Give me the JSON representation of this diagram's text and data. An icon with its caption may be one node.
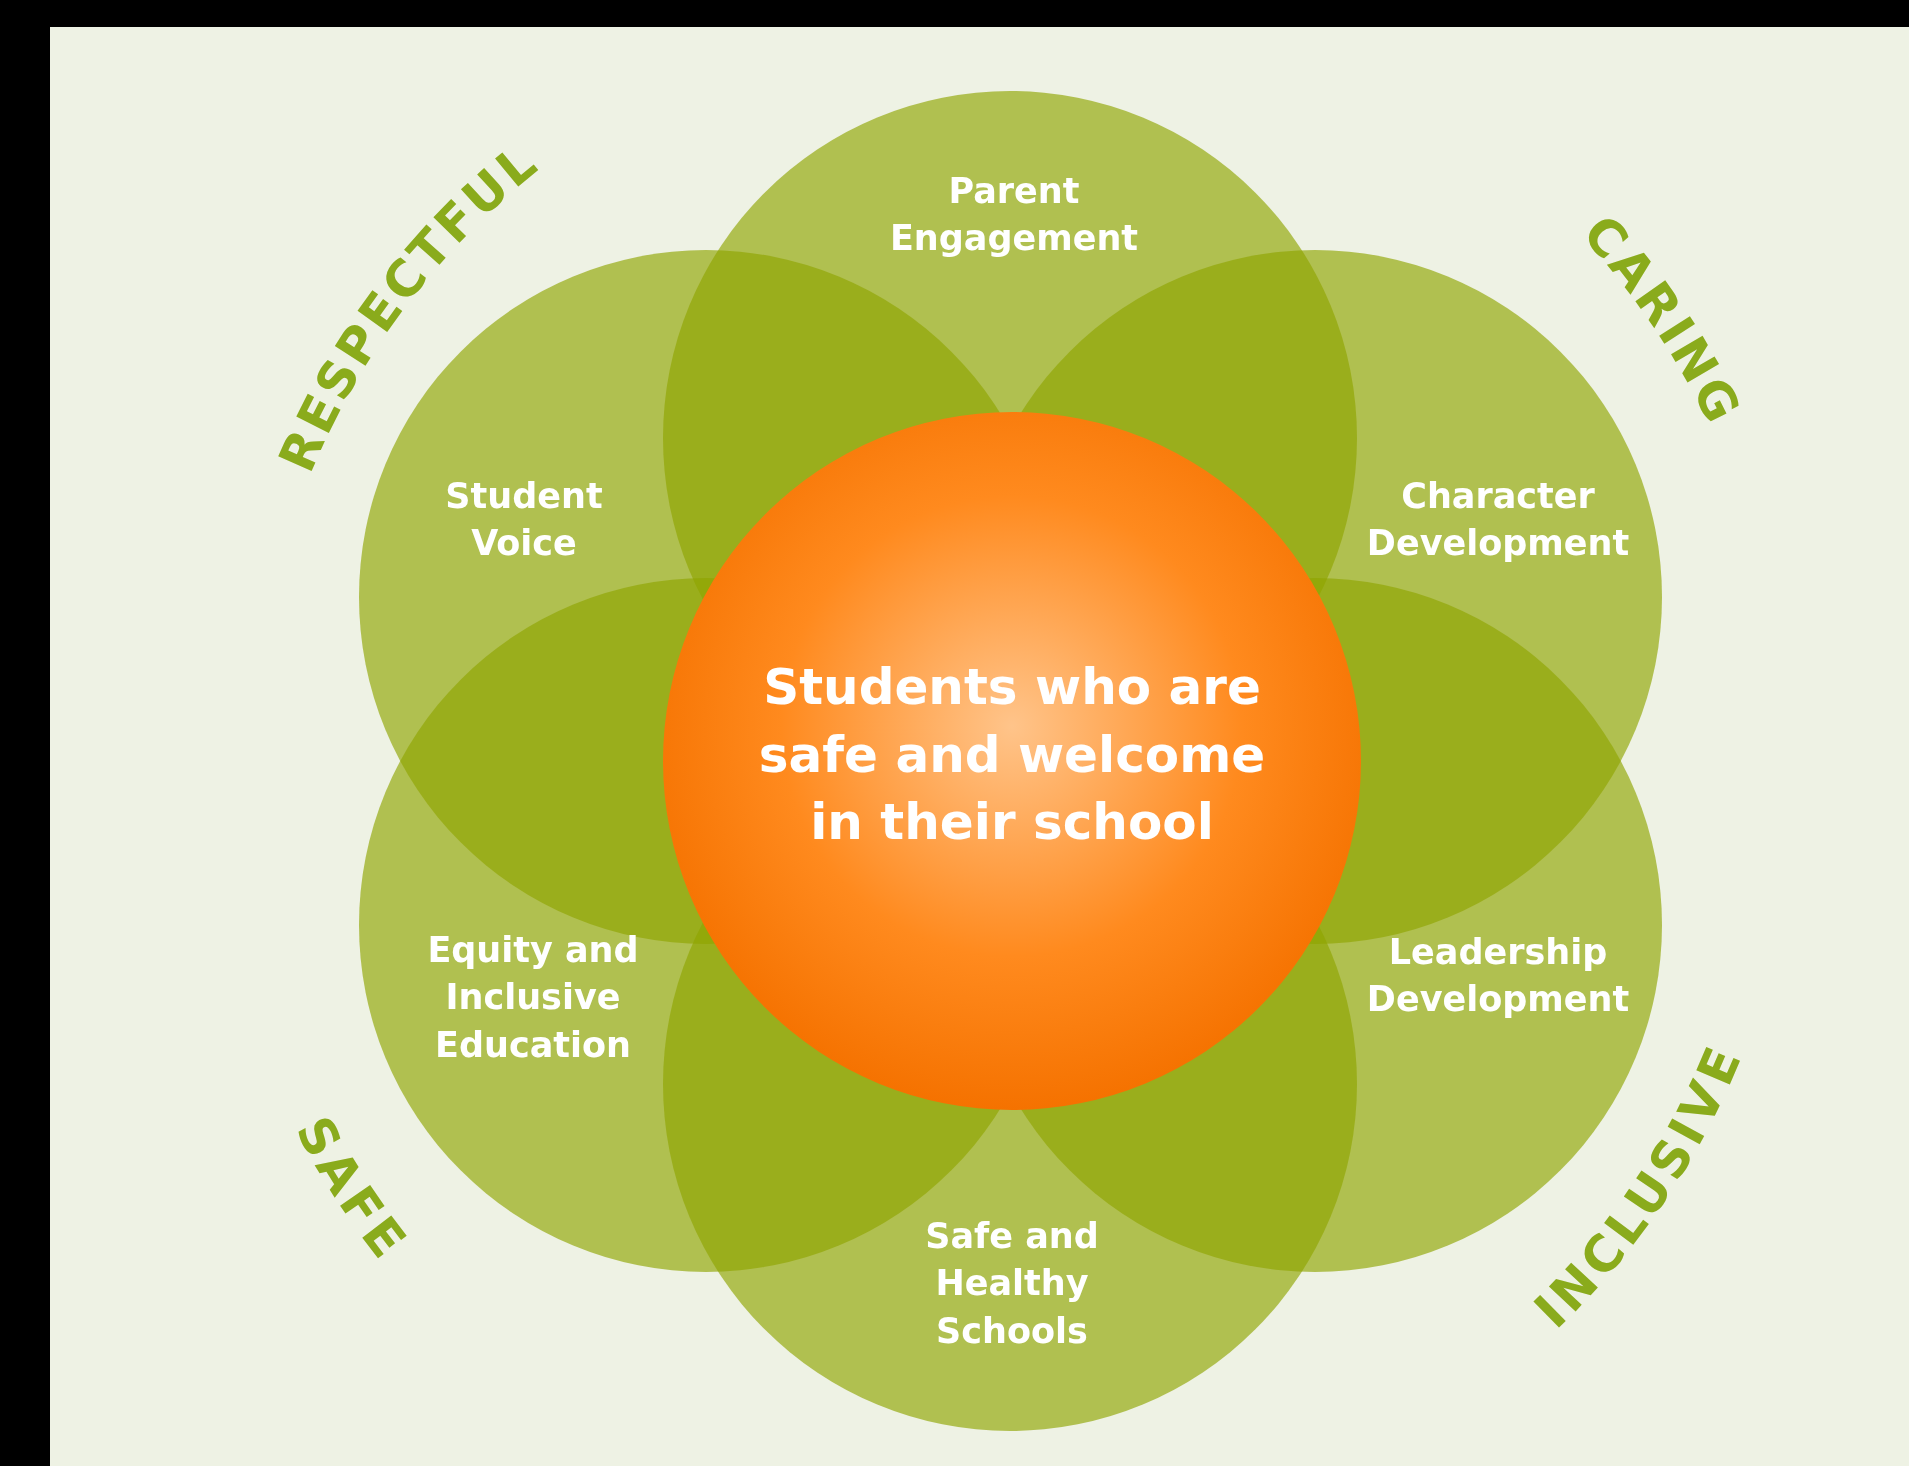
{
  "diagram": {
    "nodes": [
      {
        "text": [
          "Parent Engagement"
        ]
      },
      {
        "text": [
          "Student Voice"
        ]
      },
      {
        "text": [
          "Character Development"
        ]
      },
      {
        "text": [
          "Equity and Inclusive Education"
        ]
      },
      {
        "text": [
          "Leadership Development"
        ]
      },
      {
        "text": [
          "Safe and Healthy Schools"
        ]
      },
      {
        "text": [
          "Students who are safe and welcome in their school"
        ]
      }
    ],
    "labels": [
      "RESPECTFUL",
      "CARING",
      "SAFE",
      "INCLUSIVE"
    ]
  }
}
